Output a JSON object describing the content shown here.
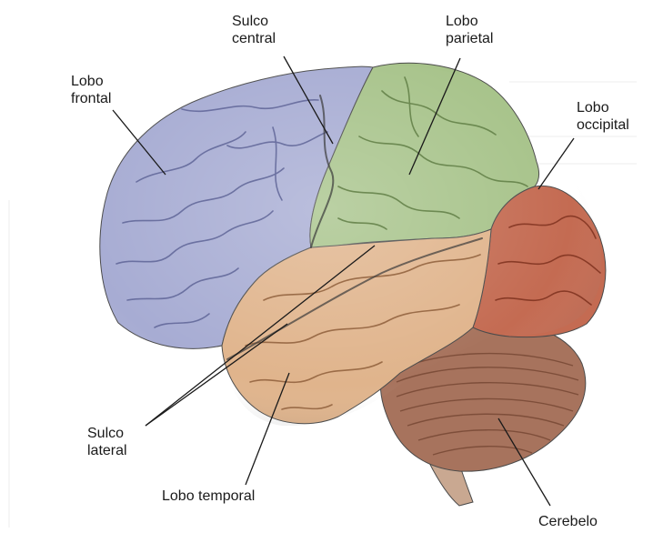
{
  "labels": {
    "frontal": "Lobo\nfrontal",
    "central": "Sulco\ncentral",
    "parietal": "Lobo\nparietal",
    "occipital": "Lobo\noccipital",
    "lateral": "Sulco\nlateral",
    "temporal": "Lobo temporal",
    "cerebelo": "Cerebelo"
  },
  "colors": {
    "frontal": "#a7acd3",
    "parietal": "#a7c38a",
    "occipital": "#c46b52",
    "temporal": "#e0b48c",
    "cerebellum": "#a7735d",
    "brainstem": "#c9a891"
  }
}
